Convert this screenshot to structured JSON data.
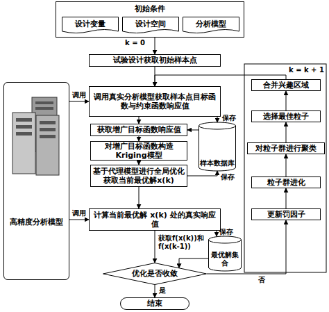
{
  "diagram": {
    "nodes": [
      {
        "text": [
          "初始条件"
        ]
      },
      {
        "text": [
          "设计变量"
        ],
        "in": 0
      },
      {
        "text": [
          "设计空间"
        ],
        "in": 0
      },
      {
        "text": [
          "分析模型"
        ],
        "in": 0
      },
      {
        "text": [
          "试验设计获取初始样本点"
        ]
      },
      {
        "text": [
          "高精度分析模型"
        ]
      },
      {
        "text": [
          "调用真实分析模型获取样本点目标函数与约束函数响应值"
        ]
      },
      {
        "text": [
          "样本数据库"
        ]
      },
      {
        "text": [
          "获取增广目标函数响应值"
        ]
      },
      {
        "text": [
          "对增广目标函数构造Kriging模型"
        ]
      },
      {
        "text": [
          "基于代理模型进行全局优化获取当前最优解x(k)"
        ]
      },
      {
        "text": [
          "计算当前最优解 x(k) 处的真实响应值"
        ]
      },
      {
        "text": [
          "最优解集合"
        ]
      },
      {
        "text": [
          "优化是否收敛"
        ]
      },
      {
        "text": [
          "结束"
        ]
      },
      {
        "text": [
          "合并兴趣区域"
        ]
      },
      {
        "text": [
          "选择最佳粒子"
        ]
      },
      {
        "text": [
          "对粒子群进行聚类"
        ]
      },
      {
        "text": [
          "粒子群进化"
        ]
      },
      {
        "text": [
          "更新罚因子"
        ]
      }
    ],
    "edges": [
      {
        "from": 0,
        "to": 4,
        "label": "k = 0",
        "arrow": "to"
      },
      {
        "from": 4,
        "to": 6,
        "arrow": "to"
      },
      {
        "from": 5,
        "to": 6,
        "label": "调用",
        "arrow": "to"
      },
      {
        "from": 6,
        "to": 7,
        "label": "保存",
        "arrow": "to"
      },
      {
        "from": 7,
        "to": 8,
        "arrow": "to"
      },
      {
        "from": 6,
        "to": 8,
        "arrow": "to"
      },
      {
        "from": 8,
        "to": 9,
        "arrow": "to"
      },
      {
        "from": 9,
        "to": 10,
        "arrow": "to"
      },
      {
        "from": 10,
        "to": 7,
        "label": "保存",
        "arrow": "to"
      },
      {
        "from": 5,
        "to": 11,
        "label": "调用",
        "arrow": "to"
      },
      {
        "from": 10,
        "to": 11,
        "arrow": "to"
      },
      {
        "from": 11,
        "to": 12,
        "label": "保存",
        "arrow": "to"
      },
      {
        "from": 12,
        "to": 13,
        "label": "获取f(x(k))和f(x(k-1))",
        "arrow": "to"
      },
      {
        "from": 11,
        "to": 13,
        "arrow": "to"
      },
      {
        "from": 13,
        "to": 14,
        "label": "是",
        "arrow": "to"
      },
      {
        "from": 13,
        "to": 19,
        "label": "否",
        "arrow": "to"
      },
      {
        "from": 19,
        "to": 18,
        "arrow": "to"
      },
      {
        "from": 18,
        "to": 17,
        "arrow": "to"
      },
      {
        "from": 17,
        "to": 16,
        "arrow": "to"
      },
      {
        "from": 16,
        "to": 15,
        "arrow": "to"
      },
      {
        "from": 15,
        "to": 6,
        "label": "k = k + 1",
        "arrow": "to"
      }
    ]
  }
}
